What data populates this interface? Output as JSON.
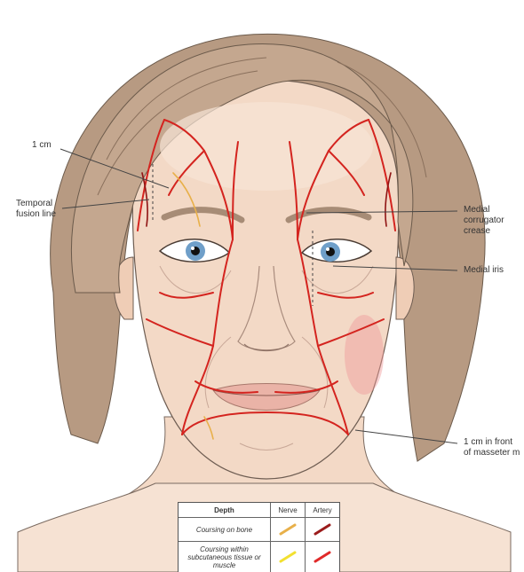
{
  "labels": {
    "one_cm": "1 cm",
    "temporal_fusion_line": [
      "Temporal",
      "fusion line"
    ],
    "medial_corrugator_crease": [
      "Medial",
      "corrugator",
      "crease"
    ],
    "medial_iris": "Medial iris",
    "masseter": [
      "1 cm in front",
      "of masseter m"
    ]
  },
  "legend": {
    "headers": [
      "Depth",
      "Nerve",
      "Artery"
    ],
    "rows": [
      {
        "depth": "Coursing on bone",
        "nerve_color": "#e8b04a",
        "artery_color": "#9b1c1c"
      },
      {
        "depth": "Coursing within subcutaneous tissue or muscle",
        "nerve_color": "#f2e030",
        "artery_color": "#e02a2a"
      }
    ]
  },
  "colors": {
    "skin": "#f3d9c6",
    "hair": "#b79a82",
    "artery": "#d4241f",
    "deep_artery": "#8f1414"
  }
}
